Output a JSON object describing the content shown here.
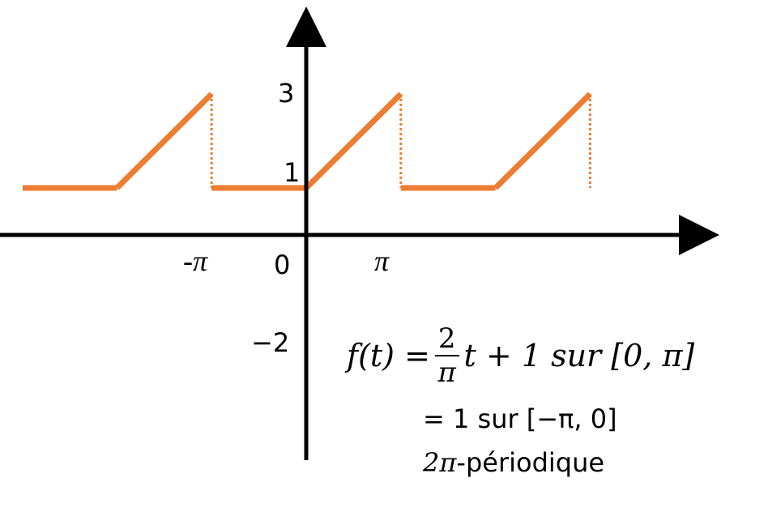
{
  "axes": {
    "y_ticks": [
      {
        "label": "3",
        "value": 3
      },
      {
        "label": "1",
        "value": 1
      },
      {
        "label": "−2",
        "value": -2
      }
    ],
    "x_ticks": [
      {
        "label": "-π",
        "value": -3.1416
      },
      {
        "label": "0",
        "value": 0
      },
      {
        "label": "π",
        "value": 3.1416
      }
    ]
  },
  "graph": {
    "color": "#ED7D31",
    "axis_color": "#000000",
    "segments": [
      {
        "t": [
          -9.42,
          -6.28
        ],
        "y": [
          1,
          1
        ]
      },
      {
        "t": [
          -6.28,
          -3.14
        ],
        "y": [
          1,
          3
        ]
      },
      {
        "t": [
          -3.14,
          0
        ],
        "y": [
          1,
          1
        ]
      },
      {
        "t": [
          0,
          3.14
        ],
        "y": [
          1,
          3
        ]
      },
      {
        "t": [
          3.14,
          6.28
        ],
        "y": [
          1,
          1
        ]
      },
      {
        "t": [
          6.28,
          9.42
        ],
        "y": [
          1,
          3
        ]
      }
    ],
    "jumps": [
      -3.14,
      3.14,
      9.42
    ]
  },
  "formula": {
    "lhs": "f(t) =",
    "numerator": "2",
    "denominator": "π",
    "rhs": "t + 1 sur [0, π]",
    "line2": "= 1 sur [−π, 0]",
    "line3_prefix": "2π",
    "line3_suffix": "-périodique"
  }
}
